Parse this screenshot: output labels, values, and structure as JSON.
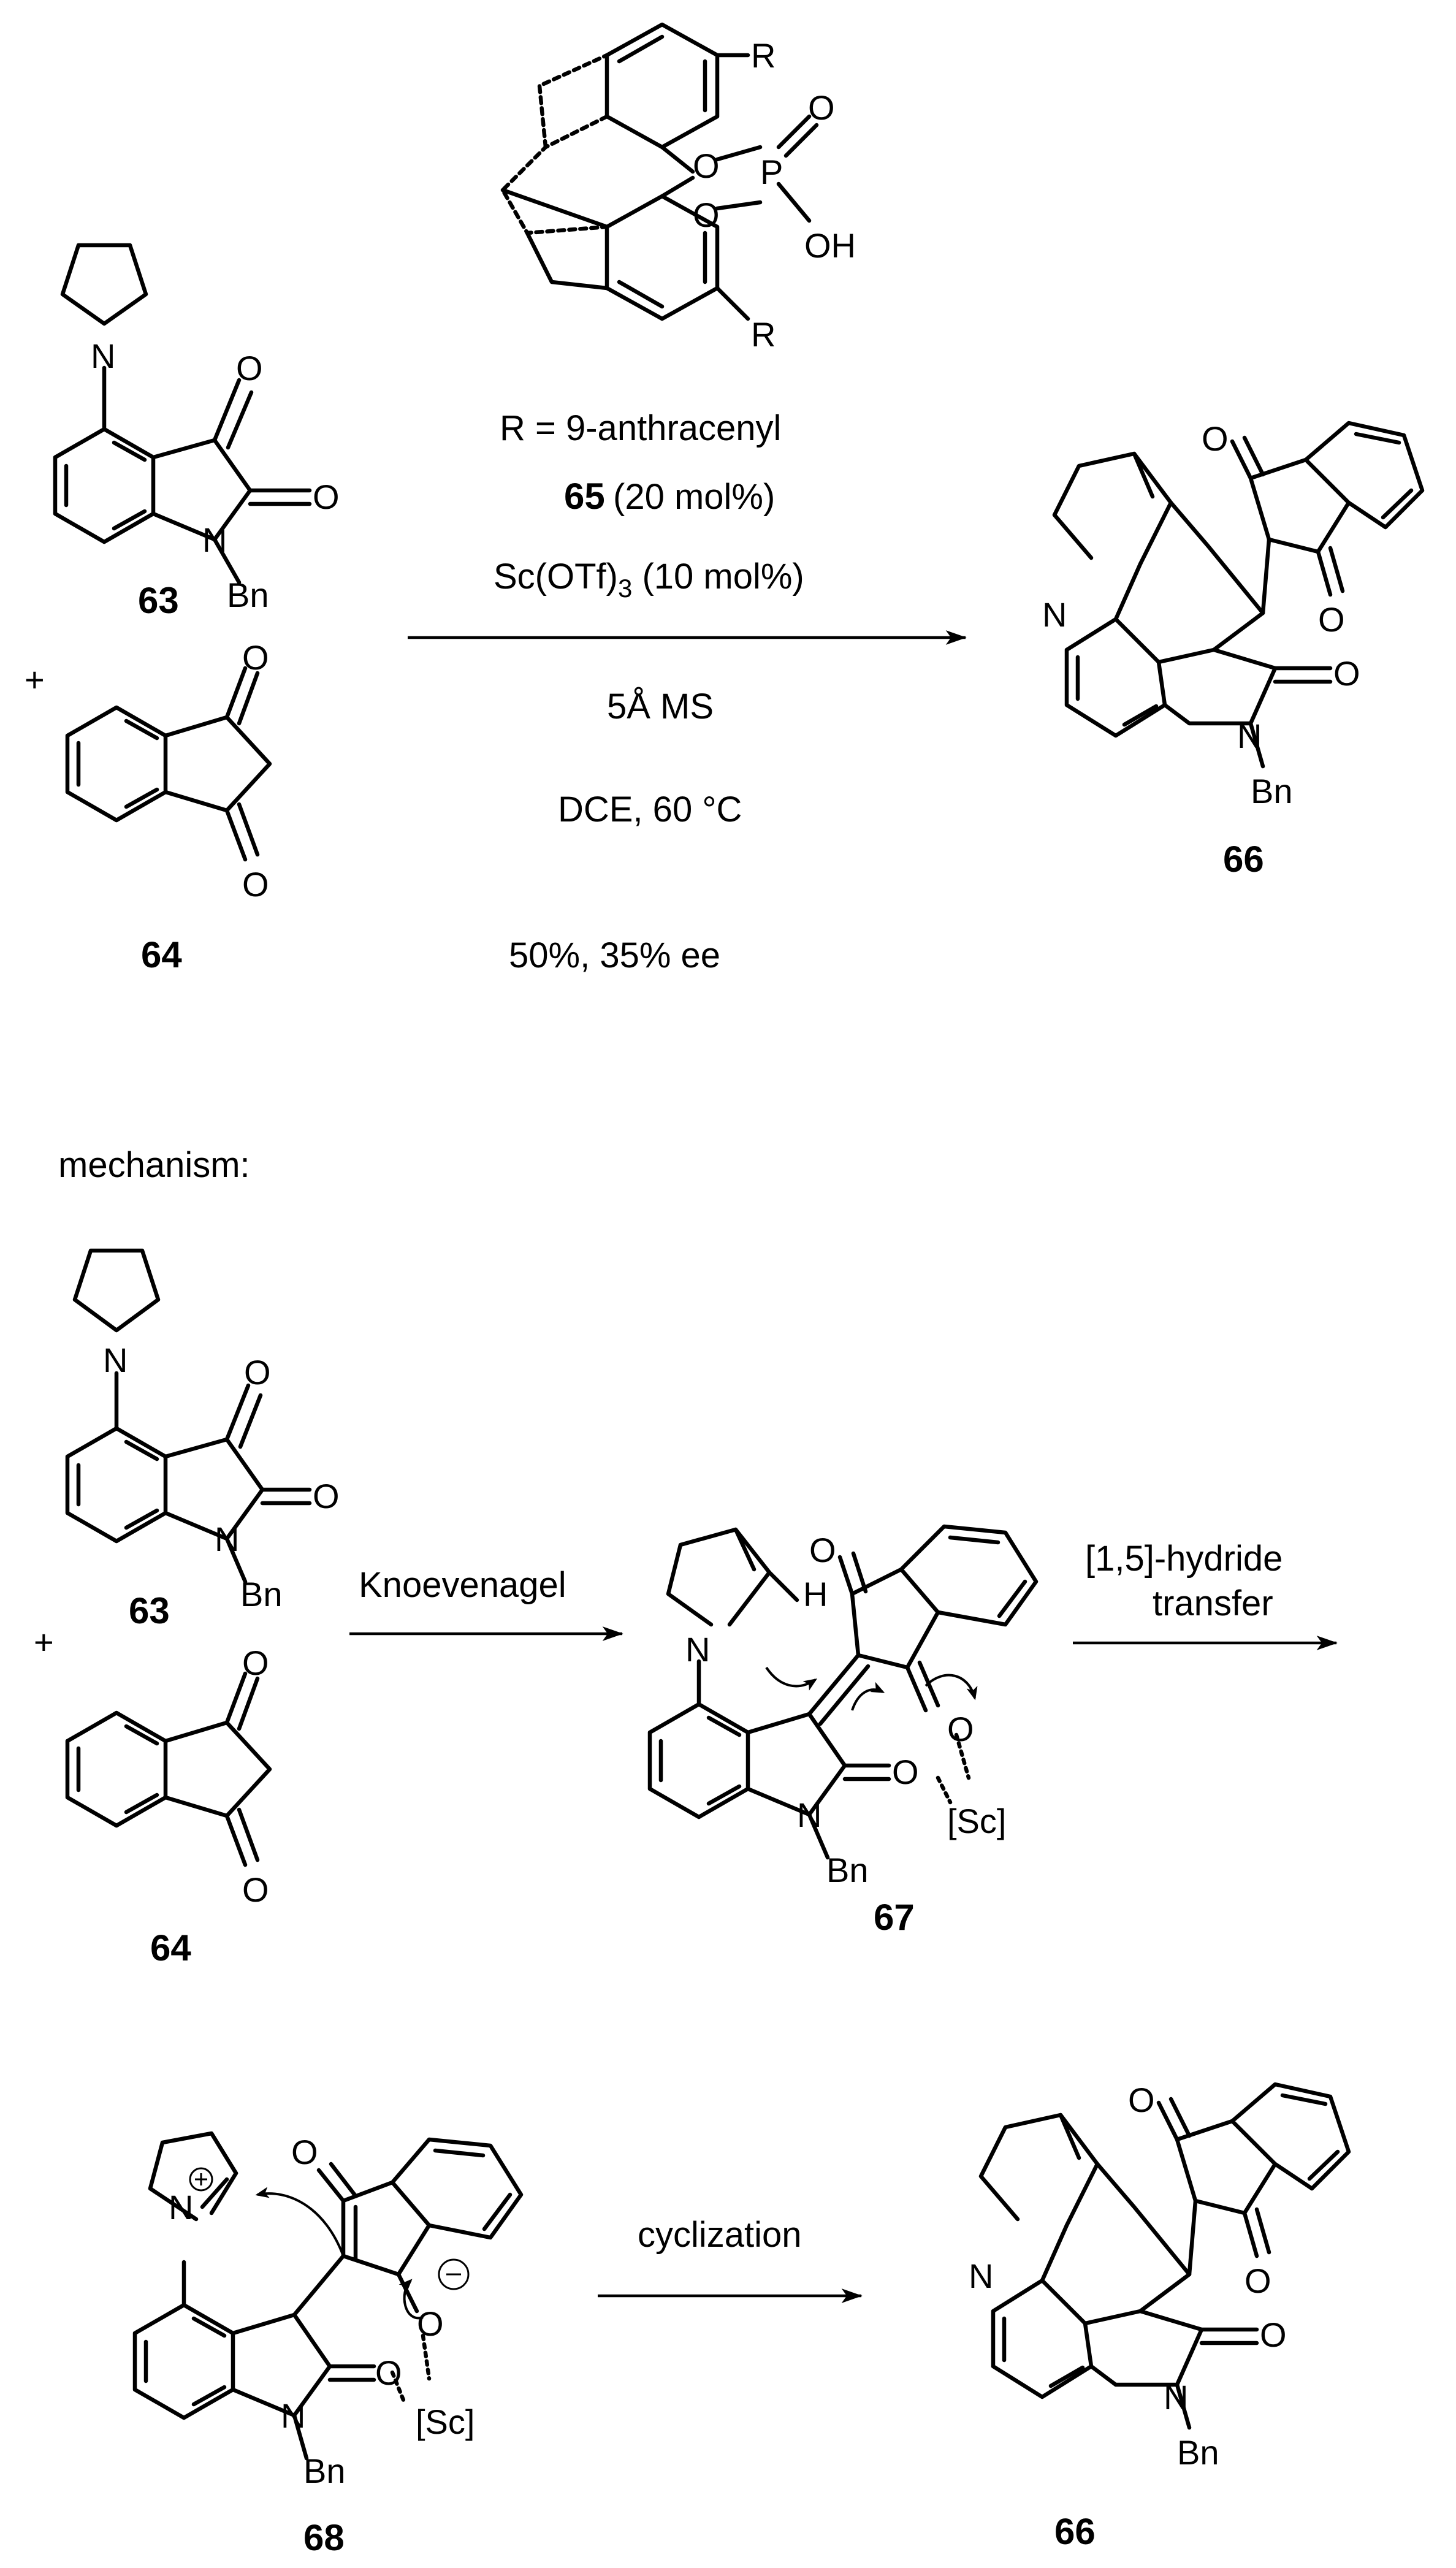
{
  "top_reaction": {
    "reactant_1": {
      "label": "63",
      "n_sub": "Bn",
      "atoms": [
        "N",
        "O",
        "O",
        "N"
      ]
    },
    "plus": "+",
    "reactant_2": {
      "label": "64",
      "atoms": [
        "O",
        "O"
      ]
    },
    "catalyst": {
      "atoms": [
        "R",
        "R",
        "O",
        "O",
        "P",
        "O",
        "OH"
      ],
      "r_def": "R = 9-anthracenyl",
      "label": "65",
      "loading": "(20 mol%)"
    },
    "conditions": [
      "Sc(OTf)3 (10 mol%)",
      "5Å MS",
      "DCE, 60 °C"
    ],
    "sc_prefix": "Sc(OTf)",
    "sc_sub": "3",
    "sc_suffix": " (10 mol%)",
    "ms": "5Å MS",
    "solvent": "DCE, 60 °C",
    "yield": "50%, 35% ee",
    "product": {
      "label": "66",
      "n_sub": "Bn",
      "atoms": [
        "N",
        "O",
        "O",
        "O",
        "N"
      ]
    }
  },
  "mechanism": {
    "heading": "mechanism:",
    "step1": {
      "reagent": "Knoevenagel",
      "plus": "+",
      "labels": [
        "63",
        "64"
      ],
      "n_sub": "Bn"
    },
    "intermediate_67": {
      "label": "67",
      "atoms": [
        "N",
        "H",
        "O",
        "O",
        "O",
        "N",
        "[Sc]"
      ],
      "n_sub": "Bn"
    },
    "step2": {
      "line1": "[1,5]-hydride",
      "line2": "transfer"
    },
    "intermediate_68": {
      "label": "68",
      "atoms": [
        "N",
        "O",
        "O",
        "O",
        "N",
        "[Sc]"
      ],
      "n_sub": "Bn"
    },
    "step3": {
      "reagent": "cyclization"
    },
    "product_66": {
      "label": "66",
      "n_sub": "Bn"
    }
  }
}
